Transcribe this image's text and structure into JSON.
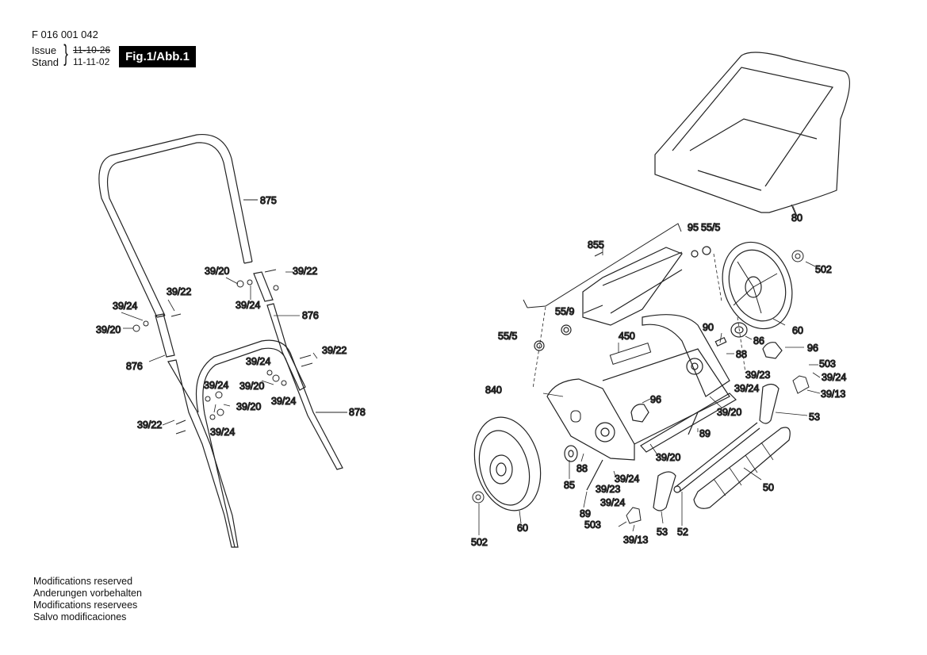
{
  "header": {
    "document_code": "F 016 001 042",
    "issue_label": "Issue",
    "stand_label": "Stand",
    "issue_date_old": "11-10-26",
    "stand_date": "11-11-02",
    "figure_label": "Fig.1/Abb.1"
  },
  "footer": {
    "lines": [
      "Modifications reserved",
      "Anderungen vorbehalten",
      "Modifications reservees",
      "Salvo modificaciones"
    ]
  },
  "callouts": {
    "upper_handle": "875",
    "handle_lower_left": "876",
    "handle_lower_right": "876",
    "lower_handle": "878",
    "grass_box": "80",
    "cutting_reel": "855",
    "reel_clip": "95",
    "reel_washer_right": "55/5",
    "reel_washer_left": "55/5",
    "reel_spring": "55/9",
    "wheel_washer_right": "502",
    "wheel_washer_left": "502",
    "wheel_right": "60",
    "wheel_left": "60",
    "pinion_right": "86",
    "pinion_left": "85",
    "pin_90": "90",
    "pin_88_right": "88",
    "pin_88_left": "88",
    "knob_right": "96",
    "knob_center": "96",
    "bed_knife_label": "450",
    "chassis": "840",
    "screw_503_right": "503",
    "screw_503_left": "503",
    "bracket_right": "39/13",
    "bracket_left": "39/13",
    "roller_holder_right": "53",
    "roller_holder_left": "53",
    "roller": "50",
    "axle": "52",
    "pin_89_right": "89",
    "pin_89_left": "89",
    "fasteners": {
      "f1": "39/20",
      "f2": "39/22",
      "f3": "39/24",
      "f4": "39/22",
      "f5": "39/24",
      "f6": "39/20",
      "f7": "39/22",
      "f8": "39/24",
      "f9": "39/20",
      "f10": "39/24",
      "f11": "39/24",
      "f12": "39/20",
      "f13": "39/24",
      "f14": "39/22",
      "f15": "39/23",
      "f16": "39/24",
      "f17": "39/20",
      "f18": "39/24",
      "f19": "39/20",
      "f20": "39/24",
      "f21": "39/23",
      "f22": "39/24"
    }
  }
}
